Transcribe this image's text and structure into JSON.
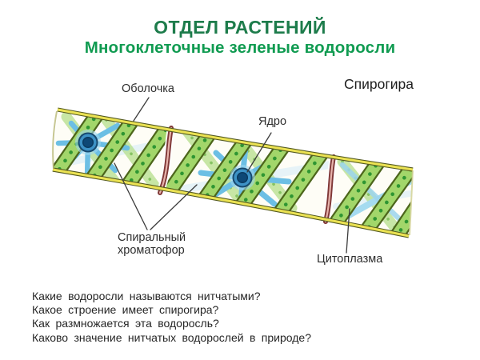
{
  "header": {
    "title": "ОТДЕЛ РАСТЕНИЙ",
    "subtitle": "Многоклеточные зеленые водоросли"
  },
  "diagram": {
    "organism_name": "Спирогира",
    "labels": {
      "membrane": "Оболочка",
      "nucleus": "Ядро",
      "spiral_chromatophore": "Спиральный хроматофор",
      "cytoplasm": "Цитоплазма"
    }
  },
  "questions": [
    "Какие водоросли называются нитчатыми?",
    "Какое строение имеет спирогира?",
    "Как размножается эта водоросль?",
    "Каково значение нитчатых водорослей в природе?"
  ],
  "colors": {
    "title_green": "#1d7c4b",
    "subtitle_green": "#109b51",
    "membrane_yellow": "#ebe253",
    "membrane_edge": "#545a20",
    "chromatophore_green": "#a2d66a",
    "chromatophore_edge": "#4d661c",
    "pyrenoid_dot_green": "#2f9633",
    "cytoplasm_strand_blue": "#6cbfe4",
    "nucleus_ring_blue": "#3d92c6",
    "nucleus_core_blue": "#0e4876",
    "septum_red": "#7f3736",
    "pointer_line": "#3b3b3b"
  }
}
